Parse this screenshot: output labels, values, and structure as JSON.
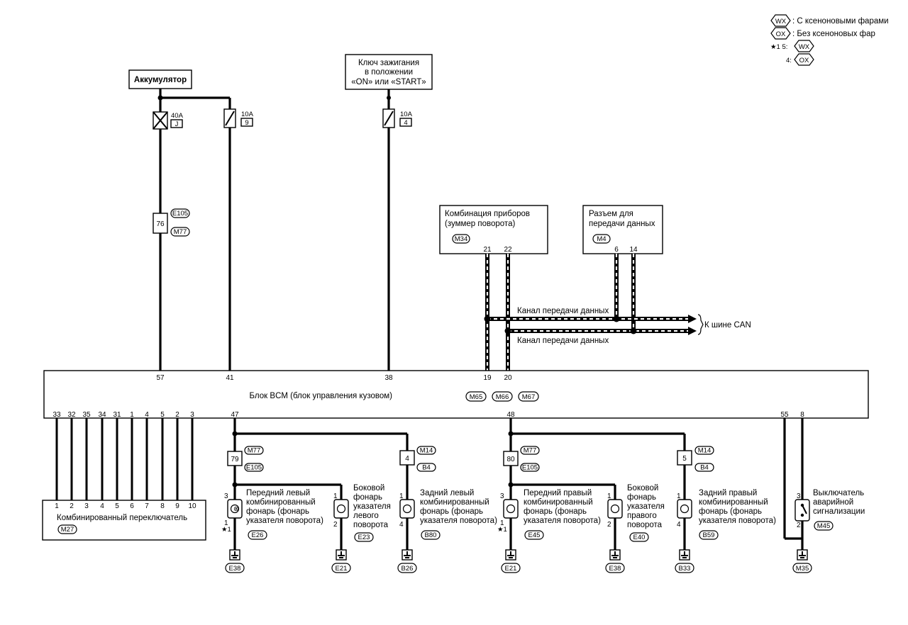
{
  "legend": {
    "wx_tag": "WX",
    "wx_text": ": С ксеноновыми фарами",
    "ox_tag": "OX",
    "ox_text": ": Без ксеноновых фар",
    "star_line": "★1 5:",
    "star_tag": "WX",
    "four_line": "4:",
    "four_tag": "OX"
  },
  "battery": {
    "label": "Аккумулятор"
  },
  "ignition": {
    "line1": "Ключ зажигания",
    "line2": "в положении",
    "line3": "«ON» или «START»"
  },
  "fuses": [
    {
      "rating": "40A",
      "id": "J"
    },
    {
      "rating": "10A",
      "id": "9"
    },
    {
      "rating": "10A",
      "id": "4"
    }
  ],
  "inline_connector": {
    "pin": "76",
    "tag_top": "E105",
    "tag_bottom": "M77"
  },
  "instrument_cluster": {
    "line1": "Комбинация приборов",
    "line2": "(зуммер поворота)",
    "tag": "M34",
    "pins": [
      "21",
      "22"
    ]
  },
  "data_connector": {
    "line1": "Разъем для",
    "line2": "передачи данных",
    "tag": "M4",
    "pins": [
      "6",
      "14"
    ]
  },
  "can": {
    "line1_label": "Канал передачи данных",
    "line2_label": "Канал передачи данных",
    "bus_label": "К шине CAN"
  },
  "bcm": {
    "label": "Блок BCM (блок управления кузовом)",
    "tags": [
      "M65",
      "M66",
      "M67"
    ],
    "top_pins": [
      "57",
      "41",
      "38",
      "19",
      "20"
    ],
    "bottom_pins_left": [
      "33",
      "32",
      "35",
      "34",
      "31",
      "1",
      "4",
      "5",
      "2",
      "3"
    ],
    "pin_47": "47",
    "pin_48": "48",
    "pin_55": "55",
    "pin_8": "8"
  },
  "combination_switch": {
    "label": "Комбинированный переключатель",
    "tag": "M27",
    "pins": [
      "1",
      "2",
      "3",
      "4",
      "5",
      "6",
      "7",
      "8",
      "9",
      "10"
    ]
  },
  "left_side": {
    "connector_a": {
      "pin": "79",
      "tag_top": "M77",
      "tag_bottom": "E105"
    },
    "connector_b": {
      "pin": "4",
      "tag_top": "M14",
      "tag_bottom": "B4"
    },
    "front_lamp": {
      "lines": [
        "Передний левый",
        "комбинированный",
        "фонарь (фонарь",
        "указателя поворота)"
      ],
      "tag": "E26",
      "pin_top": "3",
      "pin_bottom": "1",
      "star": "★1",
      "ground": "E38"
    },
    "side_lamp": {
      "lines": [
        "Боковой",
        "фонарь",
        "указателя",
        "левого",
        "поворота"
      ],
      "tag": "E23",
      "pin_top": "1",
      "pin_bottom": "2",
      "ground": "E21"
    },
    "rear_lamp": {
      "lines": [
        "Задний левый",
        "комбинированный",
        "фонарь (фонарь",
        "указателя поворота)"
      ],
      "tag": "B80",
      "pin_top": "1",
      "pin_bottom": "4",
      "ground": "B26"
    }
  },
  "right_side": {
    "connector_a": {
      "pin": "80",
      "tag_top": "M77",
      "tag_bottom": "E105"
    },
    "connector_b": {
      "pin": "5",
      "tag_top": "M14",
      "tag_bottom": "B4"
    },
    "front_lamp": {
      "lines": [
        "Передний правый",
        "комбинированный",
        "фонарь (фонарь",
        "указателя поворота)"
      ],
      "tag": "E45",
      "pin_top": "3",
      "pin_bottom": "1",
      "star": "★1",
      "ground": "E21"
    },
    "side_lamp": {
      "lines": [
        "Боковой",
        "фонарь",
        "указателя",
        "правого",
        "поворота"
      ],
      "tag": "E40",
      "pin_top": "1",
      "pin_bottom": "2",
      "ground": "E38"
    },
    "rear_lamp": {
      "lines": [
        "Задний правый",
        "комбинированный",
        "фонарь (фонарь",
        "указателя поворота)"
      ],
      "tag": "B59",
      "pin_top": "1",
      "pin_bottom": "4",
      "ground": "B33"
    }
  },
  "hazard_switch": {
    "lines": [
      "Выключатель",
      "аварийной",
      "сигнализации"
    ],
    "tag": "M45",
    "pin_top": "3",
    "pin_bottom": "2",
    "ground": "M35"
  }
}
